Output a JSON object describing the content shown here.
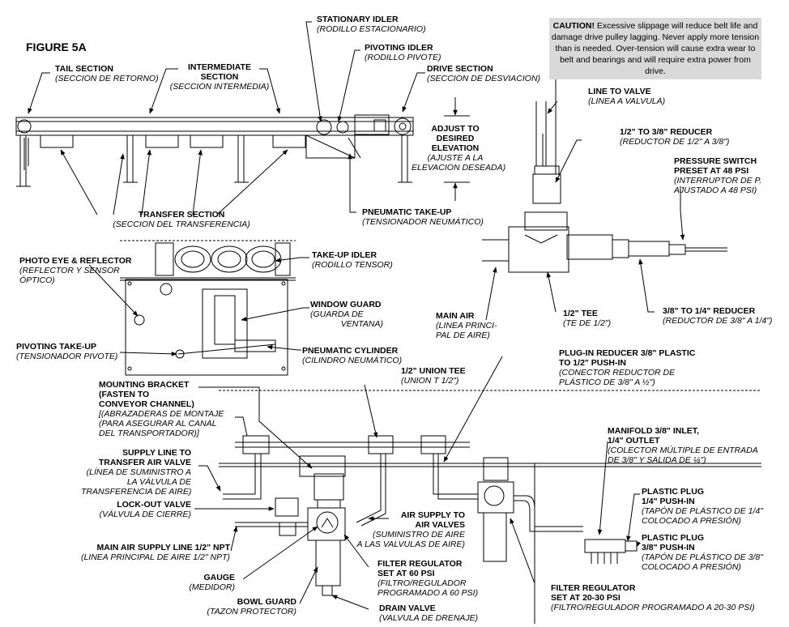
{
  "figure_title": "FIGURE 5A",
  "caution": {
    "heading": "CAUTION!",
    "text": "Excessive slippage will reduce belt life and damage drive pulley lagging.  Never apply more tension than is needed.  Over-tension will cause extra wear to belt and bearings and will require extra power from drive."
  },
  "labels": {
    "stationary_idler": {
      "en": "STATIONARY IDLER",
      "es": "(RODILLO ESTACIONARIO)"
    },
    "pivoting_idler": {
      "en": "PIVOTING IDLER",
      "es": "(RODILLO PIVOTE)"
    },
    "tail_section": {
      "en": "TAIL SECTION",
      "es": "(SECCION DE RETORNO)"
    },
    "intermediate_section": {
      "en1": "INTERMEDIATE",
      "en2": "SECTION",
      "es": "(SECCION INTERMEDIA)"
    },
    "drive_section": {
      "en": "DRIVE SECTION",
      "es": "(SECCION DE DESVIACION)"
    },
    "adjust_elevation": {
      "en1": "ADJUST TO",
      "en2": "DESIRED",
      "en3": "ELEVATION",
      "es1": "(AJUSTE A LA",
      "es2": "ELEVACION DESEADA)"
    },
    "transfer_section": {
      "en": "TRANSFER SECTION",
      "es": "(SECCION DEL TRANSFERENCIA)"
    },
    "pneumatic_takeup": {
      "en": "PNEUMATIC TAKE-UP",
      "es": "(TENSIONADOR NEUMÁTICO)"
    },
    "line_to_valve": {
      "en": "LINE TO VALVE",
      "es": "(LINEA A VALVULA)"
    },
    "reducer_half_3_8": {
      "en": "1/2\" TO 3/8\" REDUCER",
      "es": "(REDUCTOR DE 1/2\" A 3/8\")"
    },
    "pressure_switch": {
      "en1": "PRESSURE SWITCH",
      "en2": "PRESET AT 48 PSI",
      "es1": "(INTERRUPTOR DE P.",
      "es2": "AJUSTADO A 48 PSI)"
    },
    "photo_eye": {
      "en": "PHOTO EYE & REFLECTOR",
      "es1": "(REFLECTOR Y SENSOR",
      "es2": "ÓPTICO)"
    },
    "takeup_idler": {
      "en": "TAKE-UP IDLER",
      "es": "(RODILLO TENSOR)"
    },
    "window_guard": {
      "en": "WINDOW GUARD",
      "es1": "(GUARDA DE",
      "es2": "VENTANA)"
    },
    "pivoting_takeup": {
      "en": "PIVOTING TAKE-UP",
      "es": "(TENSIONADOR PIVOTE)"
    },
    "pneumatic_cylinder": {
      "en": "PNEUMATIC CYLINDER",
      "es": "(CILINDRO NEUMÁTICO)"
    },
    "main_air": {
      "en": "MAIN AIR",
      "es1": "(LINEA PRINCI-",
      "es2": "PAL DE AIRE)"
    },
    "half_tee": {
      "en": "1/2\" TEE",
      "es": "(TE DE 1/2\")"
    },
    "reducer_3_8_1_4": {
      "en": "3/8\" TO 1/4\" REDUCER",
      "es": "(REDUCTOR DE 3/8\" A 1/4\")"
    },
    "mounting_bracket": {
      "en1": "MOUNTING BRACKET",
      "en2": "(FASTEN TO",
      "en3": "CONVEYOR CHANNEL)",
      "es1": "[(ABRAZADERAS DE MONTAJE",
      "es2": "(PARA ASEGURAR AL CANAL",
      "es3": "DEL TRANSPORTADOR)]"
    },
    "union_tee": {
      "en": "1/2\" UNION TEE",
      "es": "(UNION T 1/2\")"
    },
    "plugin_reducer": {
      "en1": "PLUG-IN REDUCER 3/8\" PLASTIC",
      "en2": "TO 1/2\" PUSH-IN",
      "es1": "(CONECTOR REDUCTOR DE",
      "es2": "PLÁSTICO DE 3/8\" A ½\")"
    },
    "supply_line": {
      "en1": "SUPPLY LINE TO",
      "en2": "TRANSFER AIR VALVE",
      "es1": "(LÍNEA DE SUMINISTRO A",
      "es2": "LA VÁLVULA DE",
      "es3": "TRANSFERENCIA DE AIRE)"
    },
    "manifold": {
      "en1": "MANIFOLD 3/8\" INLET,",
      "en2": "1/4\" OUTLET",
      "es1": "(COLECTOR MÚLTIPLE DE ENTRADA",
      "es2": "DE 3/8\" Y SALIDA DE ¼\")"
    },
    "lockout_valve": {
      "en": "LOCK-OUT VALVE",
      "es": "(VÁLVULA DE CIERRE)"
    },
    "air_supply_valves": {
      "en1": "AIR SUPPLY TO",
      "en2": "AIR VALVES",
      "es1": "(SUMINISTRO DE AIRE",
      "es2": "A LAS VALVULAS DE AIRE)"
    },
    "plastic_plug_1_4": {
      "en1": "PLASTIC PLUG",
      "en2": "1/4\" PUSH-IN",
      "es1": "(TAPÓN DE PLÁSTICO DE 1/4\"",
      "es2": "COLOCADO A PRESIÓN)"
    },
    "main_air_supply": {
      "en": "MAIN AIR SUPPLY LINE 1/2\" NPT",
      "es": "(LINEA PRINCIPAL DE AIRE 1/2\" NPT)"
    },
    "plastic_plug_3_8": {
      "en1": "PLASTIC PLUG",
      "en2": "3/8\" PUSH-IN",
      "es1": "(TAPÓN DE PLÁSTICO DE 3/8\"",
      "es2": "COLOCADO A PRESIÓN)"
    },
    "filter_reg_60": {
      "en1": "FILTER REGULATOR",
      "en2": "SET AT 60 PSI",
      "es1": "(FILTRO/REGULADOR",
      "es2": "PROGRAMADO A 60 PSI)"
    },
    "gauge": {
      "en": "GAUGE",
      "es": "(MEDIDOR)"
    },
    "filter_reg_20_30": {
      "en1": "FILTER REGULATOR",
      "en2": "SET AT 20-30 PSI",
      "es": "(FILTRO/REGULADOR PROGRAMADO A 20-30 PSI)"
    },
    "bowl_guard": {
      "en": "BOWL GUARD",
      "es": "(TAZON PROTECTOR)"
    },
    "drain_valve": {
      "en": "DRAIN VALVE",
      "es": "(VALVULA DE DRENAJE)"
    }
  }
}
